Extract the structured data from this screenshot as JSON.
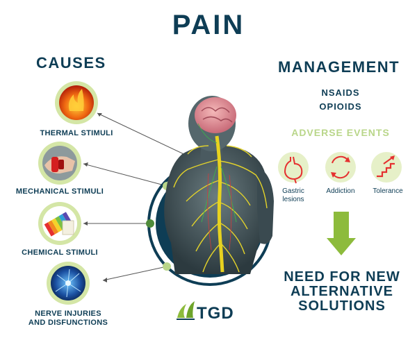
{
  "title": "PAIN",
  "causes": {
    "heading": "CAUSES",
    "items": [
      {
        "label": "THERMAL STIMULI",
        "icon": "fire-icon"
      },
      {
        "label": "MECHANICAL STIMULI",
        "icon": "pinch-icon"
      },
      {
        "label": "CHEMICAL STIMULI",
        "icon": "ph-strip-icon"
      },
      {
        "label_line1": "NERVE INJURIES",
        "label_line2": "AND DISFUNCTIONS",
        "icon": "neuron-icon"
      }
    ]
  },
  "management": {
    "heading": "MANAGEMENT",
    "drugs": [
      "NSAIDS",
      "OPIOIDS"
    ],
    "adverse_title": "ADVERSE EVENTS",
    "events": [
      {
        "line1": "Gastric",
        "line2": "lesions",
        "icon": "stomach-icon"
      },
      {
        "line1": "Addiction",
        "line2": "",
        "icon": "cycle-arrows-icon"
      },
      {
        "line1": "Tolerance",
        "line2": "",
        "icon": "rising-stairs-icon"
      }
    ]
  },
  "conclusion": {
    "line1": "NEED FOR NEW",
    "line2": "ALTERNATIVE",
    "line3": "SOLUTIONS"
  },
  "brand": {
    "text": "TGD"
  },
  "colors": {
    "navy": "#0e3d55",
    "light_green": "#b9d68a",
    "green": "#8dbb3c",
    "icon_circle": "#e6f0c8",
    "event_red": "#e53030"
  }
}
